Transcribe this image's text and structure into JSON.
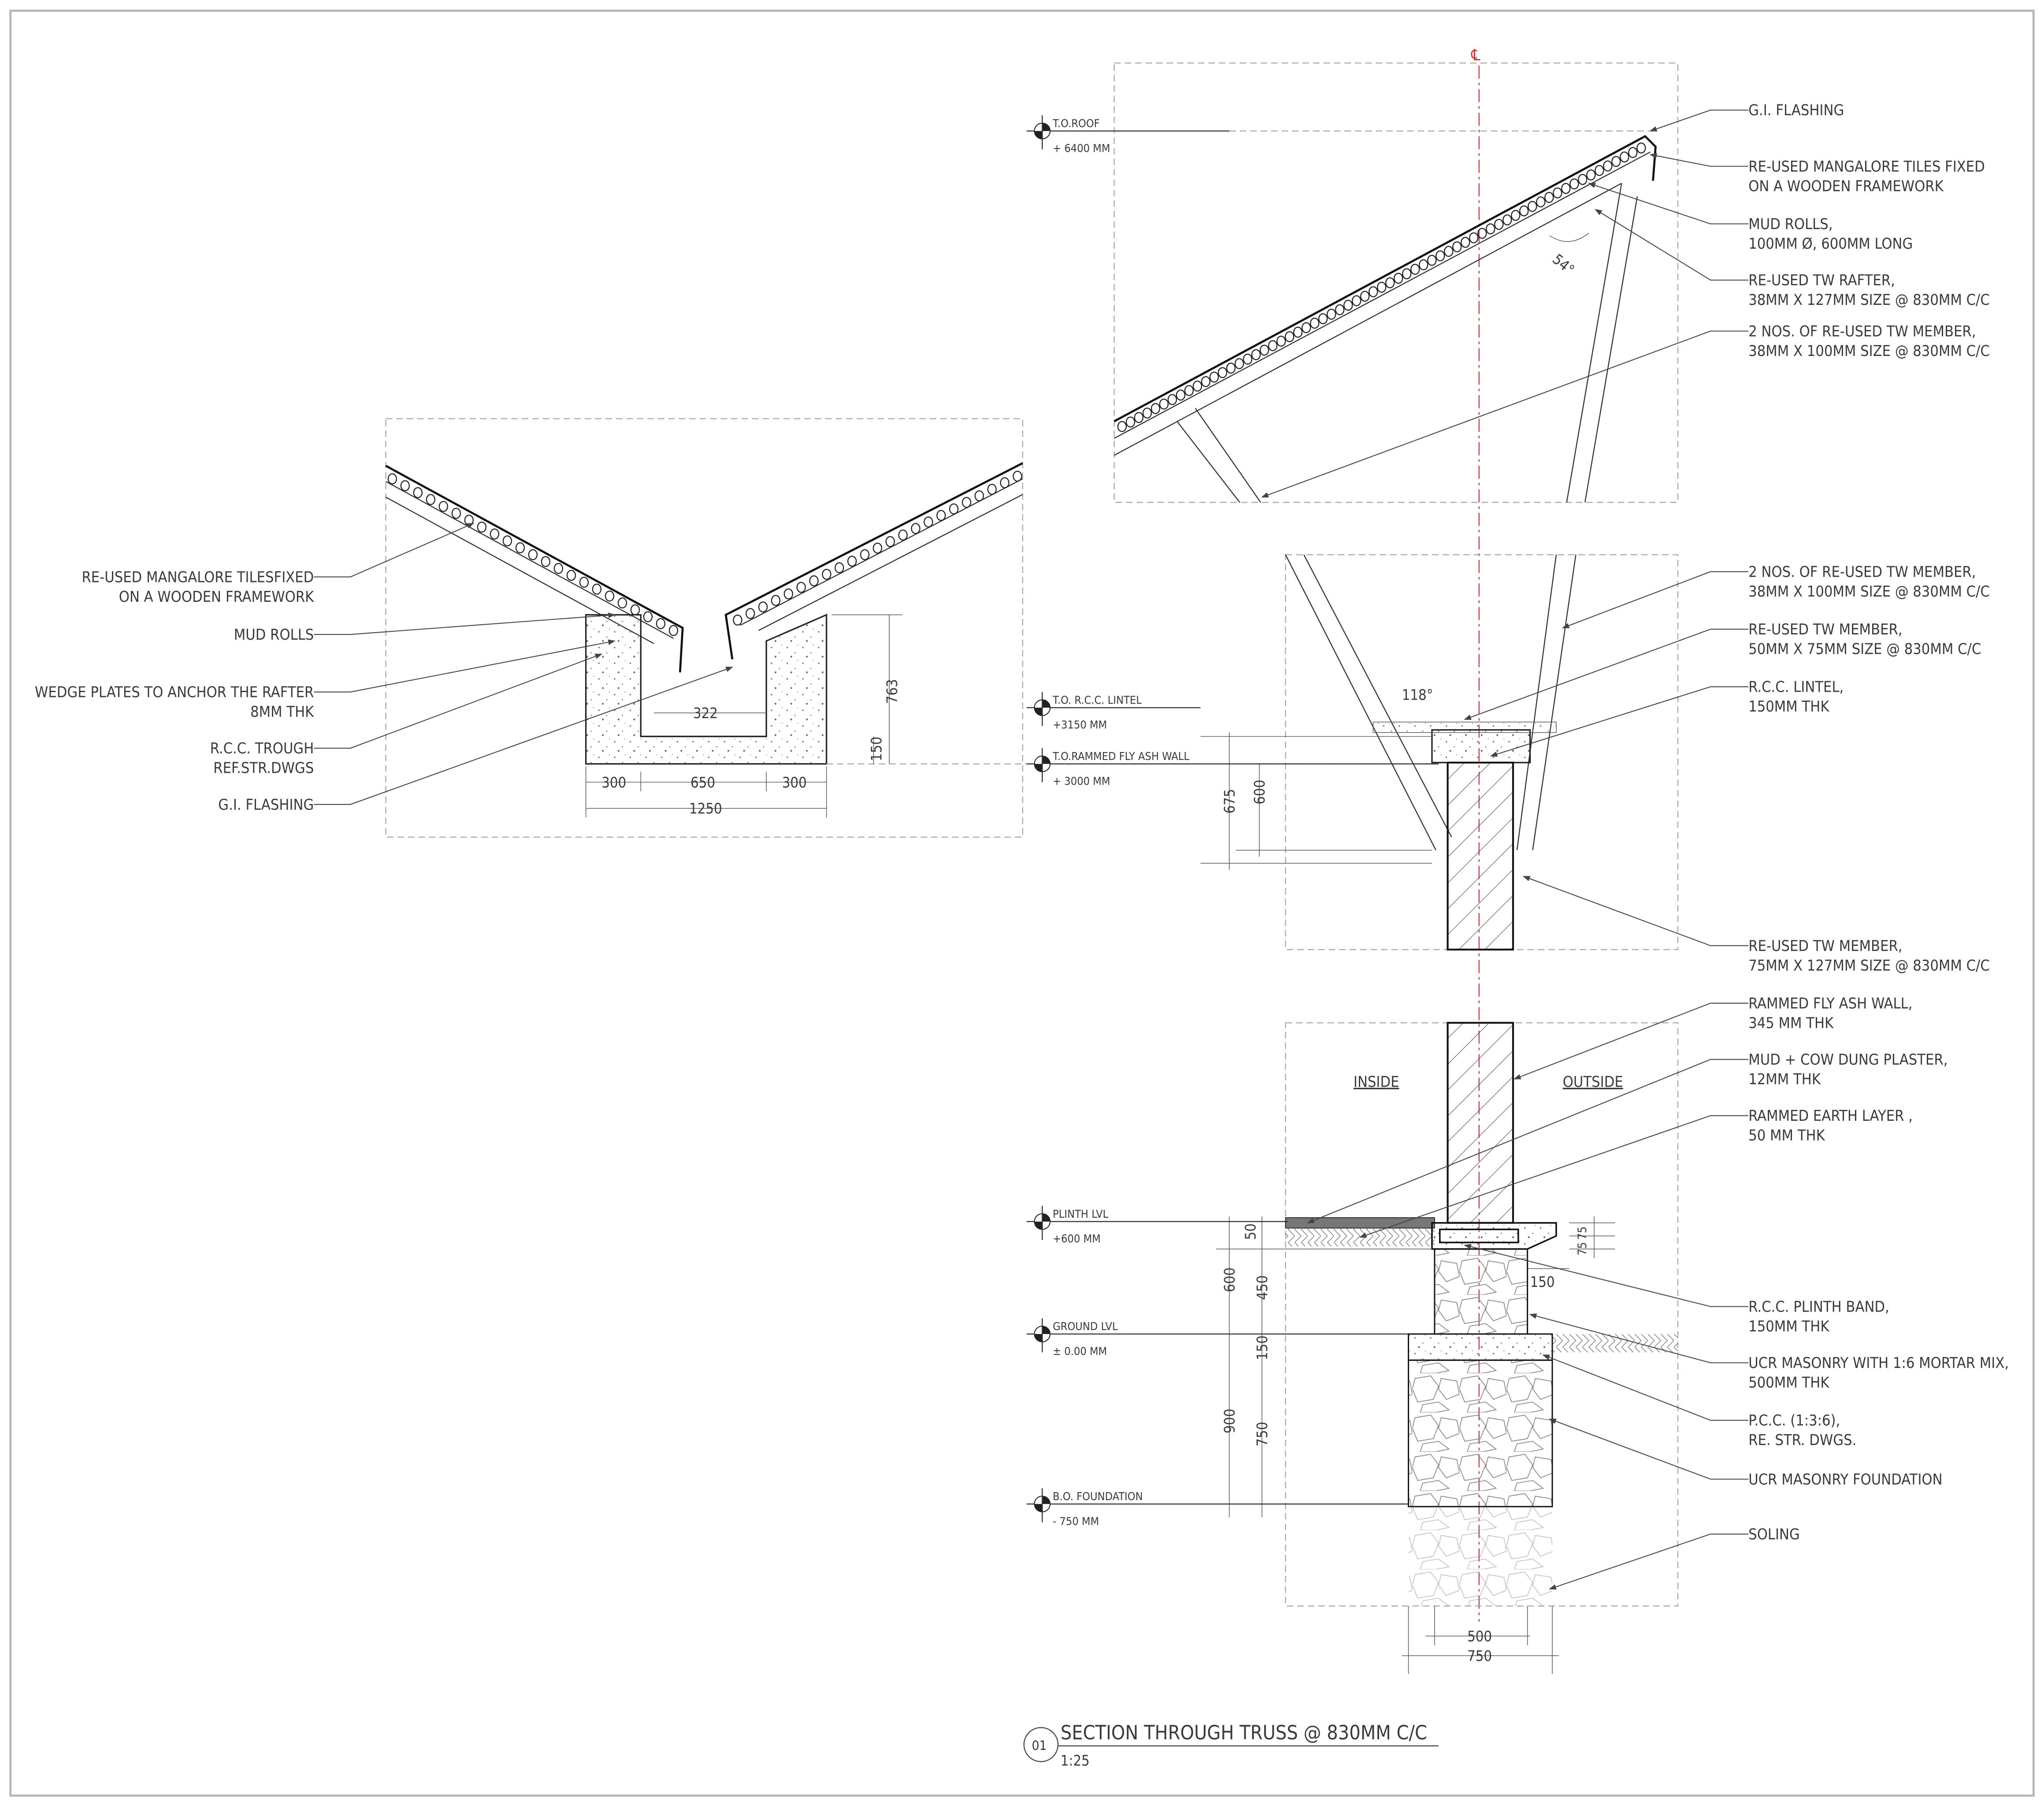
{
  "centerline_symbol": "℄",
  "colors": {
    "centerline": "#e0303a",
    "line": "#333333",
    "border": "#b5b5b5"
  },
  "levels": [
    {
      "name": "T.O.ROOF",
      "value": "+ 6400 MM"
    },
    {
      "name": "T.O. R.C.C. LINTEL",
      "value": "+3150 MM"
    },
    {
      "name": "T.O.RAMMED FLY ASH WALL",
      "value": "+ 3000 MM"
    },
    {
      "name": "PLINTH LVL",
      "value": "+600 MM"
    },
    {
      "name": "GROUND LVL",
      "value": "± 0.00 MM"
    },
    {
      "name": "B.O. FOUNDATION",
      "value": "- 750 MM"
    }
  ],
  "right_callouts": [
    {
      "l1": "G.I. FLASHING",
      "l2": ""
    },
    {
      "l1": "RE-USED MANGALORE TILES FIXED",
      "l2": " ON A WOODEN FRAMEWORK"
    },
    {
      "l1": "MUD ROLLS,",
      "l2": "100MM Ø, 600MM LONG"
    },
    {
      "l1": "RE-USED TW RAFTER,",
      "l2": "38MM X 127MM SIZE @ 830MM C/C"
    },
    {
      "l1": "2 NOS. OF RE-USED TW MEMBER,",
      "l2": "38MM X 100MM SIZE @ 830MM C/C"
    },
    {
      "l1": "2 NOS. OF RE-USED TW MEMBER,",
      "l2": "38MM X 100MM SIZE @ 830MM C/C"
    },
    {
      "l1": "RE-USED TW MEMBER,",
      "l2": "50MM X 75MM SIZE @ 830MM C/C"
    },
    {
      "l1": "R.C.C. LINTEL,",
      "l2": "150MM THK"
    },
    {
      "l1": "RE-USED TW MEMBER,",
      "l2": "75MM X 127MM SIZE @ 830MM C/C"
    },
    {
      "l1": "RAMMED FLY ASH WALL,",
      "l2": "345 MM THK"
    },
    {
      "l1": "MUD + COW DUNG PLASTER,",
      "l2": "12MM THK"
    },
    {
      "l1": "RAMMED EARTH LAYER ,",
      "l2": "50 MM THK"
    },
    {
      "l1": "R.C.C. PLINTH BAND,",
      "l2": "150MM THK"
    },
    {
      "l1": "UCR MASONRY WITH 1:6 MORTAR MIX,",
      "l2": "500MM THK"
    },
    {
      "l1": "P.C.C. (1:3:6),",
      "l2": "RE. STR. DWGS."
    },
    {
      "l1": "UCR MASONRY FOUNDATION",
      "l2": ""
    },
    {
      "l1": "SOLING",
      "l2": ""
    }
  ],
  "left_callouts": [
    {
      "l1": "RE-USED MANGALORE TILESFIXED",
      "l2": "ON A WOODEN FRAMEWORK"
    },
    {
      "l1": "MUD ROLLS",
      "l2": ""
    },
    {
      "l1": "WEDGE PLATES TO ANCHOR THE RAFTER",
      "l2": "8MM THK"
    },
    {
      "l1": "R.C.C. TROUGH",
      "l2": "REF.STR.DWGS"
    },
    {
      "l1": "G.I. FLASHING",
      "l2": ""
    }
  ],
  "trough_dims": {
    "left": "300",
    "middle": "650",
    "right": "300",
    "total": "1250",
    "inner": "322",
    "height": "763",
    "base": "150"
  },
  "angles": {
    "roof": "54°",
    "strut": "118°"
  },
  "wall_dims": {
    "d675": "675",
    "d600": "600",
    "plinth_total": "600",
    "d50": "50",
    "d450": "450",
    "d150": "150",
    "found_total": "900",
    "d750": "750",
    "band_a": "75",
    "band_b": "75",
    "band_w": "150",
    "base_500": "500",
    "base_750": "750"
  },
  "zones": {
    "inside": "INSIDE",
    "outside": "OUTSIDE"
  },
  "title": {
    "number": "01",
    "text": "SECTION THROUGH TRUSS @ 830MM C/C",
    "scale": "1:25"
  }
}
